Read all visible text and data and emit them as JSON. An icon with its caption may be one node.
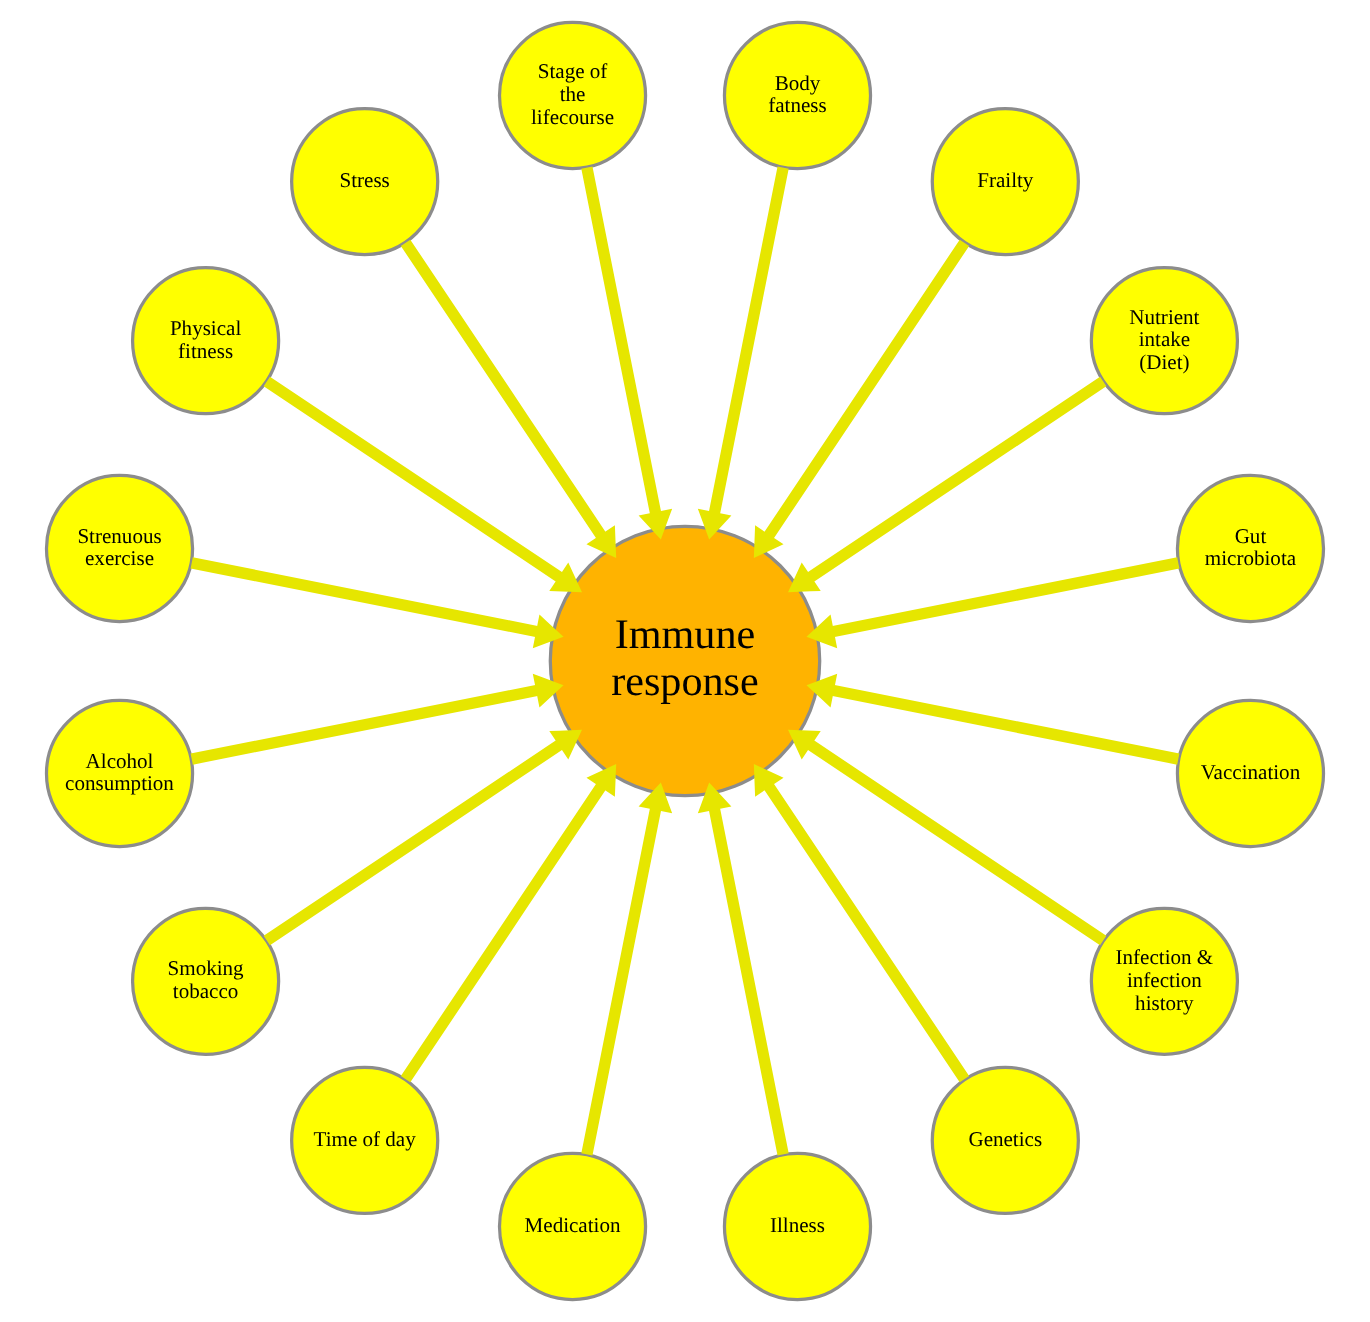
{
  "diagram": {
    "nodes": [
      {
        "text": [
          "Immune response"
        ]
      },
      {
        "text": [
          "Gut microbiota"
        ]
      },
      {
        "text": [
          "Nutrient intake (Diet)"
        ]
      },
      {
        "text": [
          "Frailty"
        ]
      },
      {
        "text": [
          "Body fatness"
        ]
      },
      {
        "text": [
          "Stage of the lifecourse"
        ]
      },
      {
        "text": [
          "Stress"
        ]
      },
      {
        "text": [
          "Physical fitness"
        ]
      },
      {
        "text": [
          "Strenuous exercise"
        ]
      },
      {
        "text": [
          "Alcohol consumption"
        ]
      },
      {
        "text": [
          "Smoking tobacco"
        ]
      },
      {
        "text": [
          "Time of day"
        ]
      },
      {
        "text": [
          "Medication"
        ]
      },
      {
        "text": [
          "Illness"
        ]
      },
      {
        "text": [
          "Genetics"
        ]
      },
      {
        "text": [
          "Infection & infection history"
        ]
      },
      {
        "text": [
          "Vaccination"
        ]
      }
    ],
    "edges": [
      {
        "from": 1,
        "to": 0,
        "arrow": "to"
      },
      {
        "from": 2,
        "to": 0,
        "arrow": "to"
      },
      {
        "from": 3,
        "to": 0,
        "arrow": "to"
      },
      {
        "from": 4,
        "to": 0,
        "arrow": "to"
      },
      {
        "from": 5,
        "to": 0,
        "arrow": "to"
      },
      {
        "from": 6,
        "to": 0,
        "arrow": "to"
      },
      {
        "from": 7,
        "to": 0,
        "arrow": "to"
      },
      {
        "from": 8,
        "to": 0,
        "arrow": "to"
      },
      {
        "from": 9,
        "to": 0,
        "arrow": "to"
      },
      {
        "from": 10,
        "to": 0,
        "arrow": "to"
      },
      {
        "from": 11,
        "to": 0,
        "arrow": "to"
      },
      {
        "from": 12,
        "to": 0,
        "arrow": "to"
      },
      {
        "from": 13,
        "to": 0,
        "arrow": "to"
      },
      {
        "from": 14,
        "to": 0,
        "arrow": "to"
      },
      {
        "from": 15,
        "to": 0,
        "arrow": "to"
      },
      {
        "from": 16,
        "to": 0,
        "arrow": "to"
      }
    ]
  }
}
